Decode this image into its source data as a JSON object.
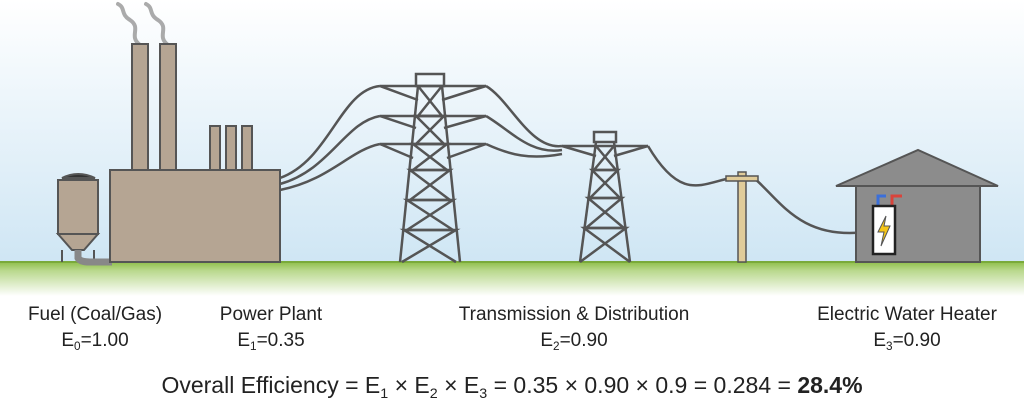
{
  "stages": [
    {
      "name": "Fuel (Coal/Gas)",
      "symbol": "E",
      "index": "0",
      "value": "=1.00"
    },
    {
      "name": "Power Plant",
      "symbol": "E",
      "index": "1",
      "value": "=0.35"
    },
    {
      "name": "Transmission & Distribution",
      "symbol": "E",
      "index": "2",
      "value": "=0.90"
    },
    {
      "name": "Electric Water Heater",
      "symbol": "E",
      "index": "3",
      "value": "=0.90"
    }
  ],
  "formula": {
    "prefix": "Overall Efficiency = ",
    "t1": "E",
    "s1": "1",
    "op1": " × ",
    "t2": "E",
    "s2": "2",
    "op2": " × ",
    "t3": "E",
    "s3": "3",
    "rest": " = 0.35 × 0.90 × 0.9 = 0.284 = ",
    "result": "28.4%"
  },
  "colors": {
    "sky_top": "#ffffff",
    "sky_bottom": "#cfe6f4",
    "ground": "#8fbf4a",
    "plant": "#b5a593",
    "structure": "#555555",
    "house": "#8c8c8c",
    "pole": "#e0cc9a",
    "pipe_hot": "#d9443b",
    "pipe_cold": "#3b6fd9",
    "bolt": "#f5c518"
  }
}
